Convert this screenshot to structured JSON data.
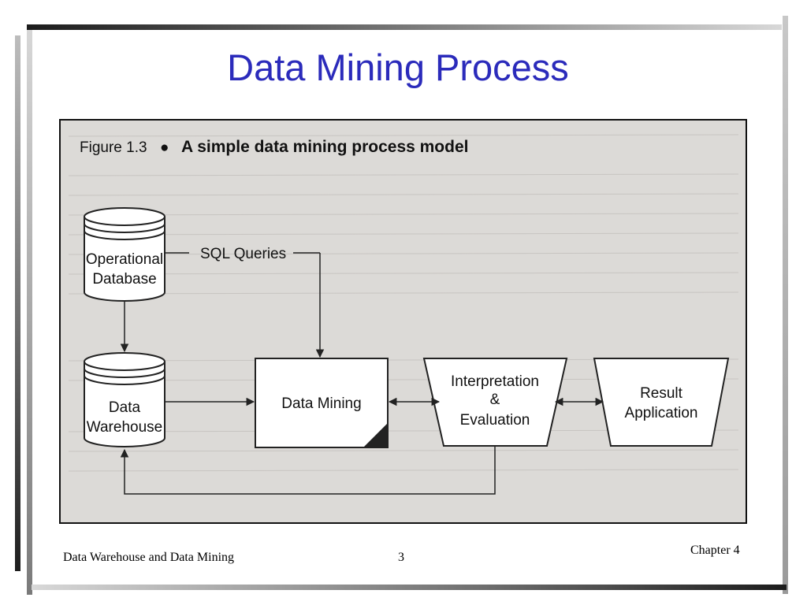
{
  "slide": {
    "title": "Data Mining Process",
    "footer_left": "Data Warehouse and Data Mining",
    "page_number": "3",
    "footer_right": "Chapter 4"
  },
  "figure": {
    "caption_label": "Figure 1.3",
    "caption_bullet": "●",
    "caption_title": "A simple data mining process model",
    "nodes": {
      "operational_db": [
        "Operational",
        "Database"
      ],
      "warehouse": [
        "Data",
        "Warehouse"
      ],
      "data_mining": "Data Mining",
      "interpretation": [
        "Interpretation",
        "&",
        "Evaluation"
      ],
      "result": [
        "Result",
        "Application"
      ]
    },
    "edge_labels": {
      "sql_queries": "SQL Queries"
    }
  }
}
